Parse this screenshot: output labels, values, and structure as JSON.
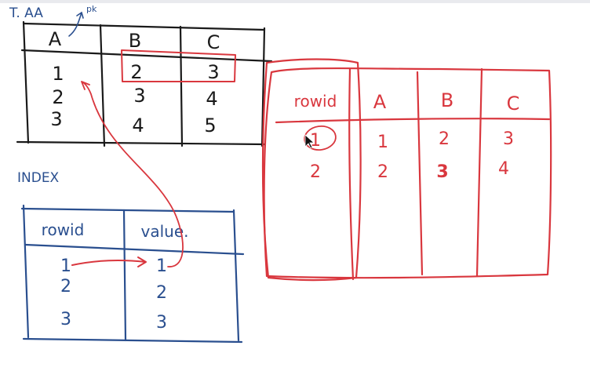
{
  "colors": {
    "ink": "#1a1a1a",
    "blue": "#2a4f8f",
    "red": "#d9373e",
    "topbar": "#e9eaee"
  },
  "table_taa": {
    "title": "T. AA",
    "pk_note": "pk",
    "headers": [
      "A",
      "B",
      "C"
    ],
    "rows": [
      [
        "1",
        "2",
        "3"
      ],
      [
        "2",
        "3",
        "4"
      ],
      [
        "3",
        "4",
        "5"
      ]
    ]
  },
  "index": {
    "title": "INDEX",
    "headers": [
      "rowid",
      "value."
    ],
    "rows": [
      [
        "1",
        "1"
      ],
      [
        "2",
        "2"
      ],
      [
        "3",
        "3"
      ]
    ]
  },
  "table_rowid": {
    "headers": [
      "rowid",
      "A",
      "B",
      "C"
    ],
    "rows": [
      [
        "1",
        "1",
        "2",
        "3"
      ],
      [
        "2",
        "2",
        "3",
        "4"
      ]
    ]
  }
}
